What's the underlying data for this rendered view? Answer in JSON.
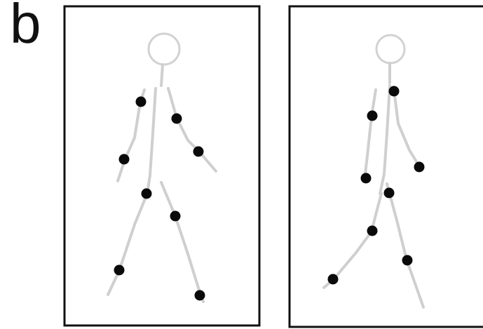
{
  "panel_label": "b",
  "colors": {
    "frame": "#111111",
    "limb": "#cfcfcf",
    "head": "#d2d2d2",
    "marker": "#0a0a0a",
    "background": "#ffffff"
  },
  "panels": [
    {
      "name": "left-frame",
      "marker_count": 8
    },
    {
      "name": "right-frame",
      "marker_count": 8
    }
  ]
}
